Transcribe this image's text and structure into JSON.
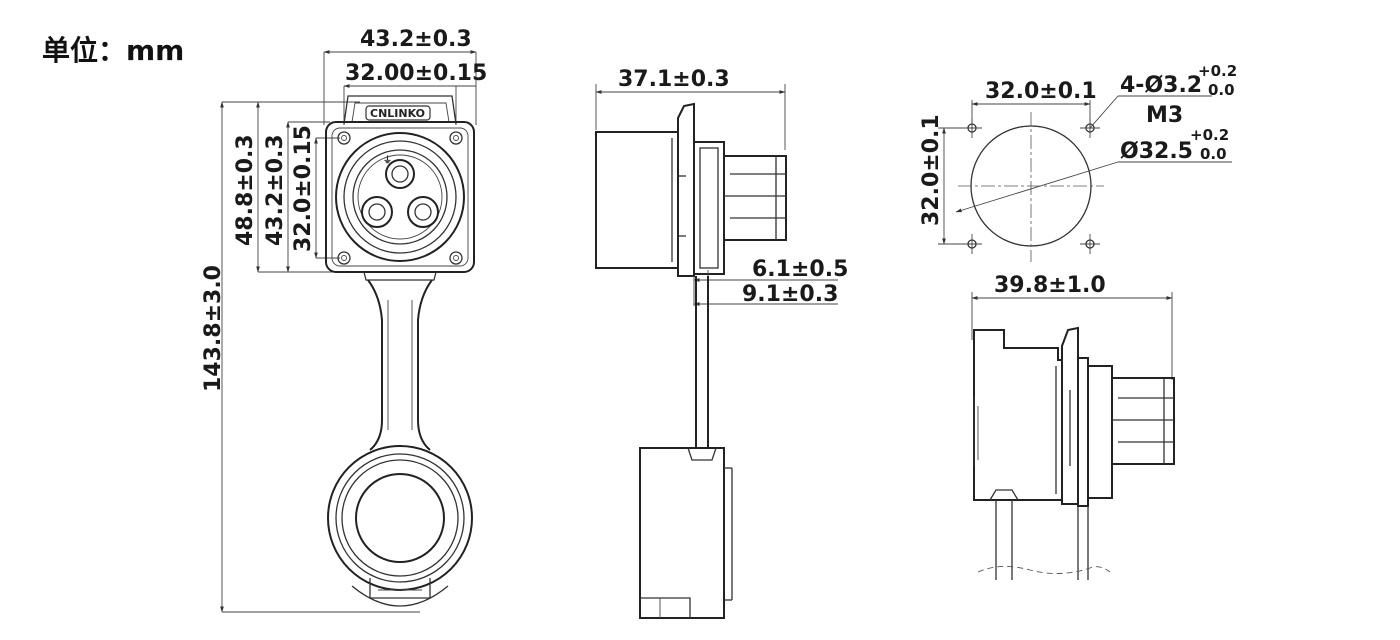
{
  "unit_label": "单位：mm",
  "brand_logo": "CNLINKO",
  "front_view": {
    "width_outer": "43.2±0.3",
    "width_hole": "32.00±0.15",
    "height_flange": "48.8±0.3",
    "height_outer": "43.2±0.3",
    "height_hole": "32.0±0.15",
    "total_length": "143.8±3.0"
  },
  "side_view": {
    "length": "37.1±0.3",
    "flange_depth_a": "6.1±0.5",
    "flange_depth_b": "9.1±0.3"
  },
  "panel_cutout": {
    "hole_spacing_h": "32.0±0.1",
    "hole_spacing_v": "32.0±0.1",
    "hole_spec": "4-Ø3.2",
    "hole_tol_plus": "+0.2",
    "hole_tol_minus": "0.0",
    "thread": "M3",
    "cutout_spec": "Ø32.5",
    "cutout_tol_plus": "+0.2",
    "cutout_tol_minus": "0.0"
  },
  "mounted_view": {
    "length": "39.8±1.0"
  }
}
